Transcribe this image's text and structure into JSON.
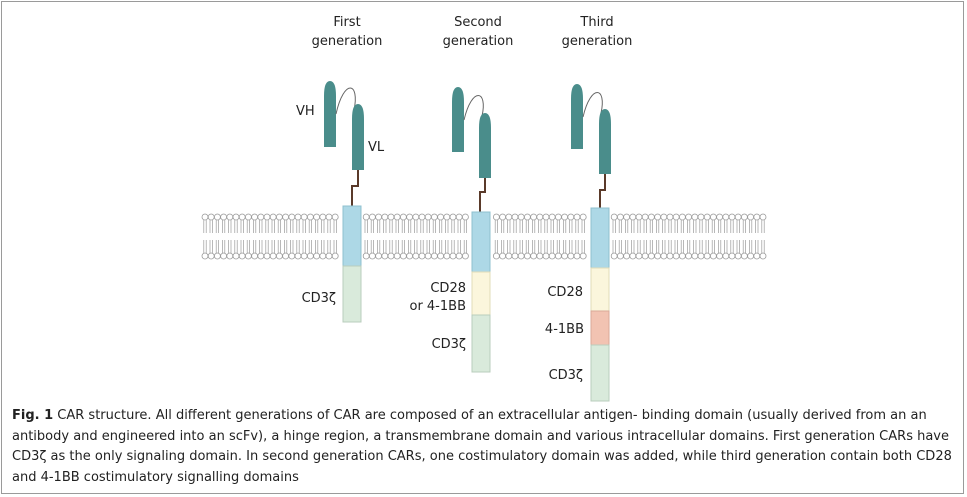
{
  "generations": [
    {
      "title_line1": "First",
      "title_line2": "generation",
      "vh_label": "VH",
      "vl_label": "VL",
      "domains": [
        {
          "label": "CD3ζ",
          "color": "#d9eadb"
        }
      ]
    },
    {
      "title_line1": "Second",
      "title_line2": "generation",
      "domains": [
        {
          "label_line1": "CD28",
          "label_line2": "or 4-1BB",
          "color": "#fbf6dc"
        },
        {
          "label": "CD3ζ",
          "color": "#d9eadb"
        }
      ]
    },
    {
      "title_line1": "Third",
      "title_line2": "generation",
      "domains": [
        {
          "label": "CD28",
          "color": "#fbf6dc"
        },
        {
          "label": "4-1BB",
          "color": "#f2c3b2"
        },
        {
          "label": "CD3ζ",
          "color": "#d9eadb"
        }
      ]
    }
  ],
  "colors": {
    "scfv": "#4a8d8b",
    "transmembrane": "#add8e6",
    "hinge": "#5a3a2a",
    "membrane": "#9a9a9a"
  },
  "caption": {
    "prefix": "Fig. 1",
    "text": "CAR structure. All different generations of CAR are composed of an extracellular antigen- binding domain (usually derived from an an antibody and engineered into an scFv), a hinge region, a transmembrane domain and various intracellular domains. First generation CARs have CD3ζ as the only signaling domain. In second generation CARs, one costimulatory domain was added, while third generation contain both CD28 and 4-1BB costimulatory signalling domains"
  }
}
